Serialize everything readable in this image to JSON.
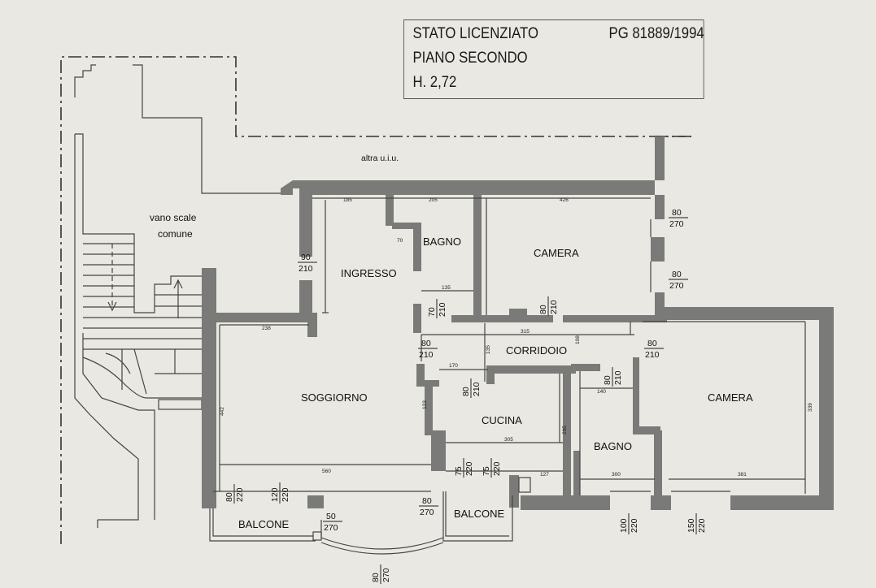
{
  "title_block": {
    "line1": "STATO LICENZIATO",
    "line2": "PIANO SECONDO",
    "line3": "H. 2,72",
    "ref": "PG 81889/1994"
  },
  "labels": {
    "altra_uiu": "altra u.i.u.",
    "vano_scale_1": "vano scale",
    "vano_scale_2": "comune"
  },
  "rooms": {
    "ingresso": "INGRESSO",
    "bagno_1": "BAGNO",
    "camera_1": "CAMERA",
    "corridoio": "CORRIDOIO",
    "soggiorno": "SOGGIORNO",
    "cucina": "CUCINA",
    "bagno_2": "BAGNO",
    "camera_2": "CAMERA",
    "balcone_1": "BALCONE",
    "balcone_2": "BALCONE"
  },
  "openings": {
    "ingresso_door": [
      "90",
      "210"
    ],
    "bagno1_door": [
      "70",
      "210"
    ],
    "camera1_door": [
      "80",
      "210"
    ],
    "camera1_win_top": [
      "80",
      "270"
    ],
    "camera1_win_bottom": [
      "80",
      "270"
    ],
    "corridoio_left_door": [
      "80",
      "210"
    ],
    "camera2_door": [
      "80",
      "210"
    ],
    "cucina_door": [
      "80",
      "210"
    ],
    "bagno2_door": [
      "80",
      "210"
    ],
    "soggiorno_win_1": [
      "80",
      "220"
    ],
    "soggiorno_win_2": [
      "120",
      "220"
    ],
    "cucina_win_1": [
      "75",
      "220"
    ],
    "cucina_win_2": [
      "75",
      "220"
    ],
    "balcone_door": [
      "80",
      "270"
    ],
    "balcone_door_2": [
      "50",
      "270"
    ],
    "bay_window": [
      "80",
      "270"
    ],
    "bagno2_win": [
      "100",
      "220"
    ],
    "camera2_win": [
      "150",
      "220"
    ]
  },
  "measures": {
    "m185": "185",
    "m205": "205",
    "m426": "426",
    "m70": "70",
    "m135": "135",
    "m238": "238",
    "m315": "315",
    "m170": "170",
    "m140": "140",
    "m305": "305",
    "m127": "127",
    "m300": "300",
    "m381": "381",
    "m560": "560",
    "m442": "442",
    "m339": "339",
    "m123": "123",
    "m135b": "135",
    "m108": "108",
    "m205b": "205"
  },
  "colors": {
    "paper": "#e9e8e2",
    "wall": "#7a7a78",
    "line": "#444444"
  }
}
